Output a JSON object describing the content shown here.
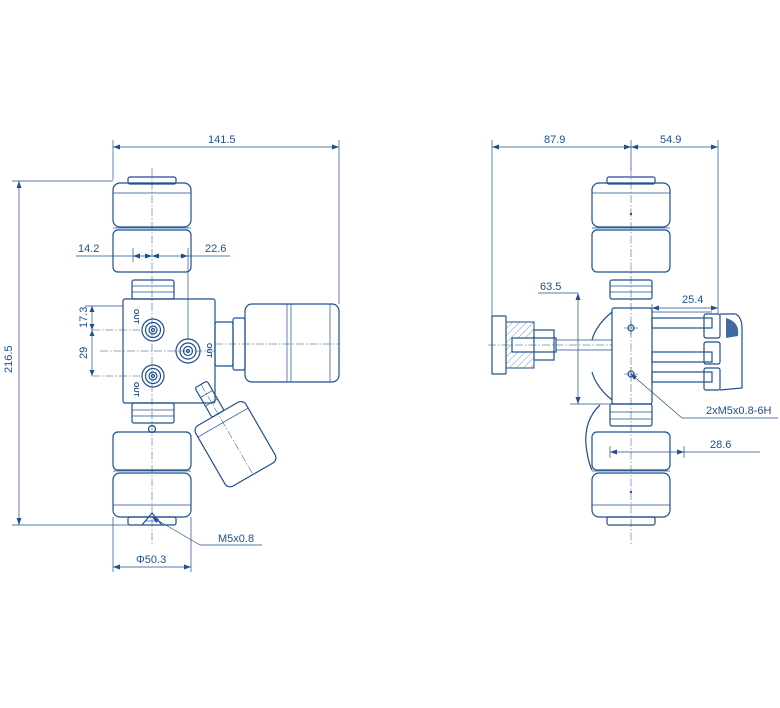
{
  "front_view": {
    "overall_width": "141.5",
    "overall_height": "216.5",
    "offset_left": "14.2",
    "offset_right": "22.6",
    "port_spacing_top": "17.3",
    "port_spacing": "29",
    "diameter": "Φ50.3",
    "thread_callout": "M5x0.8",
    "port_label": "OUT"
  },
  "side_view": {
    "width_left": "87.9",
    "width_right": "54.9",
    "height_mid": "63.5",
    "offset_right": "25.4",
    "thread_callout": "2xM5x0.8-6H",
    "lower_offset": "28.6"
  },
  "colors": {
    "line": "#1e4f8f",
    "background": "#ffffff"
  }
}
